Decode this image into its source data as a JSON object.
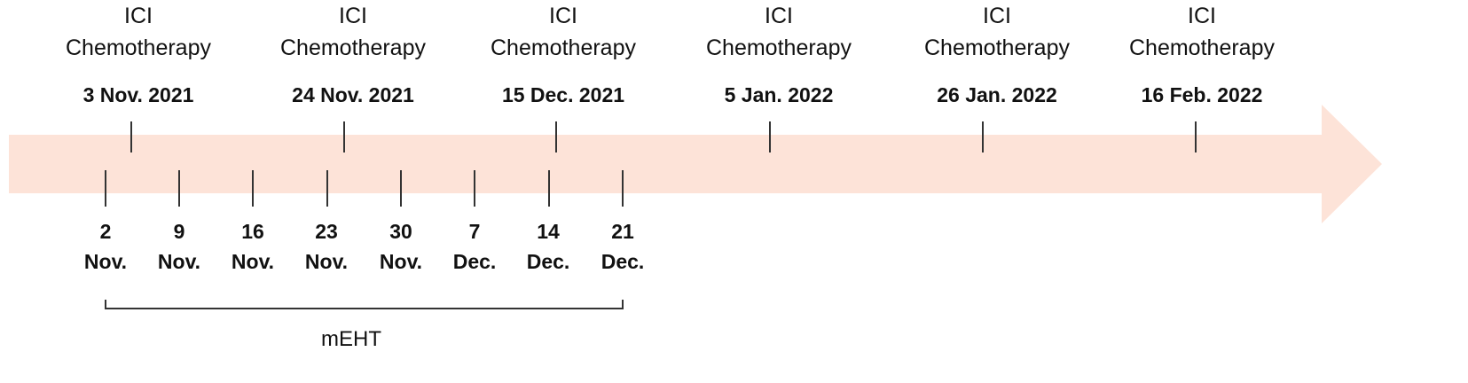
{
  "arrow_color": "#fde3d8",
  "top_events": [
    {
      "line1": "ICI",
      "line2": "Chemotherapy",
      "date": "3 Nov. 2021"
    },
    {
      "line1": "ICI",
      "line2": "Chemotherapy",
      "date": "24 Nov. 2021"
    },
    {
      "line1": "ICI",
      "line2": "Chemotherapy",
      "date": "15 Dec. 2021"
    },
    {
      "line1": "ICI",
      "line2": "Chemotherapy",
      "date": "5 Jan. 2022"
    },
    {
      "line1": "ICI",
      "line2": "Chemotherapy",
      "date": "26 Jan. 2022"
    },
    {
      "line1": "ICI",
      "line2": "Chemotherapy",
      "date": "16 Feb. 2022"
    }
  ],
  "bottom_events": [
    {
      "day": "2",
      "month": "Nov."
    },
    {
      "day": "9",
      "month": "Nov."
    },
    {
      "day": "16",
      "month": "Nov."
    },
    {
      "day": "23",
      "month": "Nov."
    },
    {
      "day": "30",
      "month": "Nov."
    },
    {
      "day": "7",
      "month": "Dec."
    },
    {
      "day": "14",
      "month": "Dec."
    },
    {
      "day": "21",
      "month": "Dec."
    }
  ],
  "range_label": "mEHT"
}
